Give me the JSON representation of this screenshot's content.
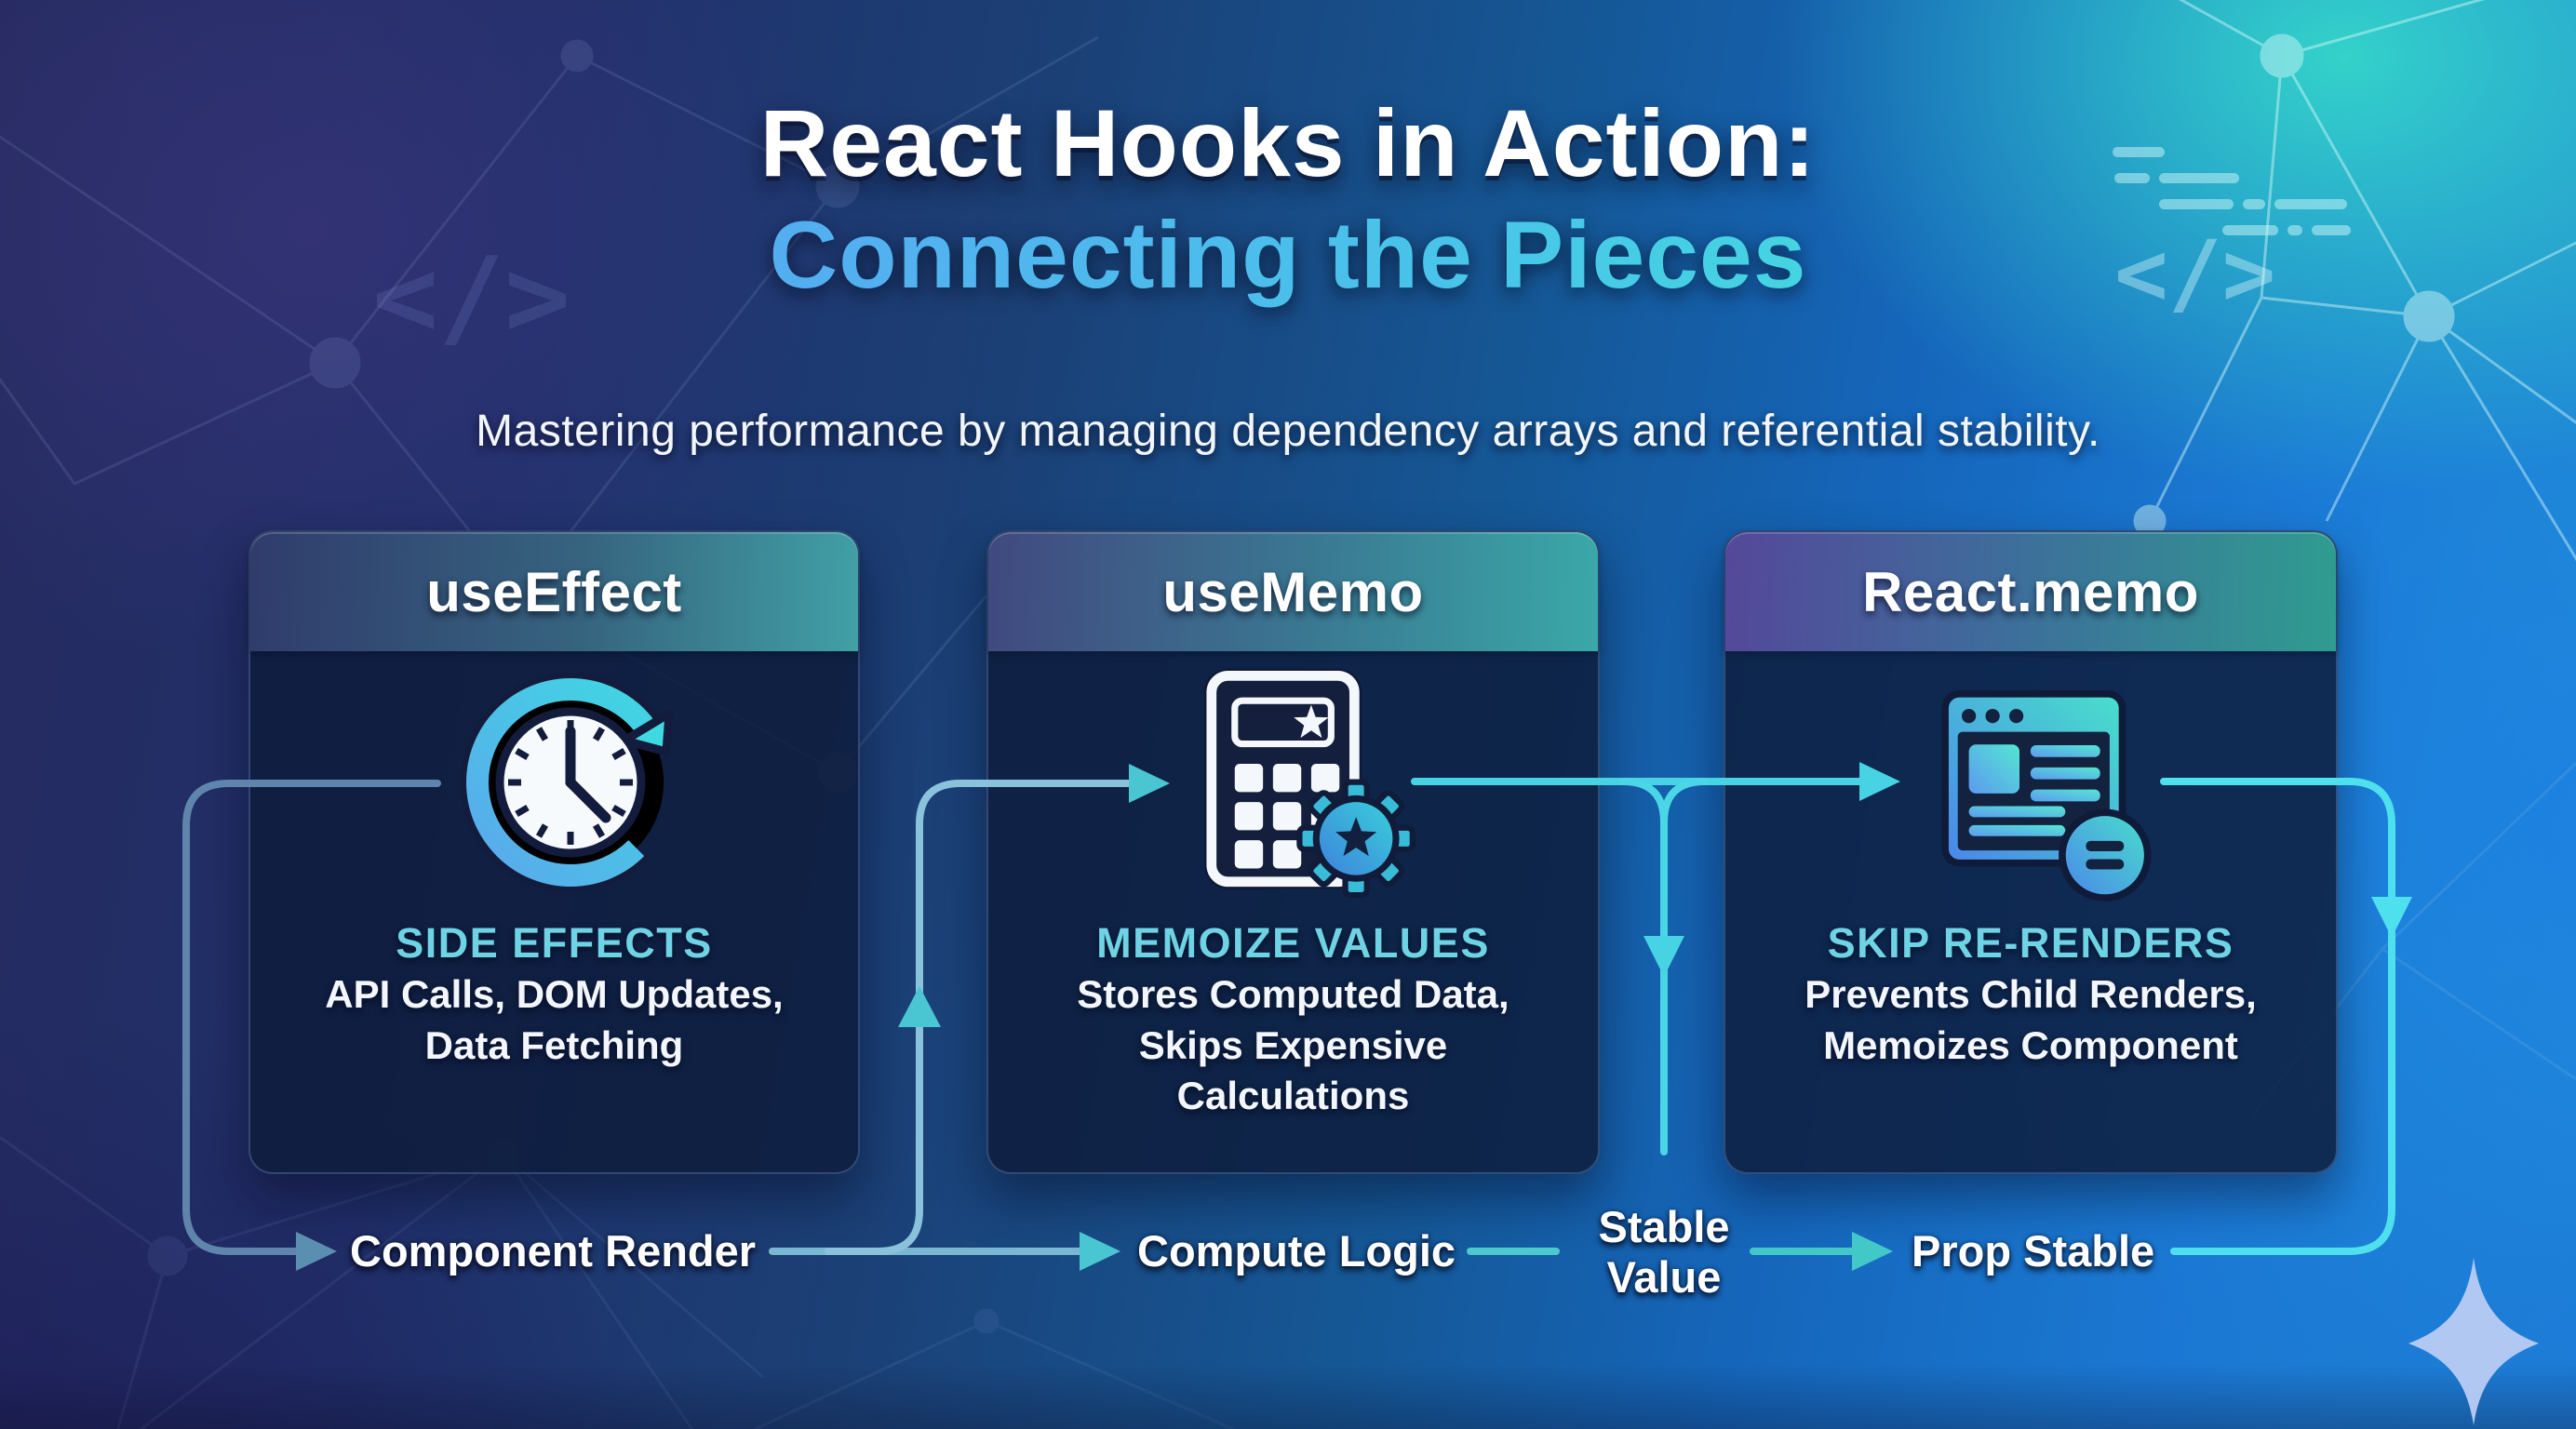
{
  "header": {
    "title_line1": "React Hooks in Action:",
    "title_line2": "Connecting the Pieces",
    "subtitle": "Mastering performance by managing dependency arrays and referential stability."
  },
  "cards": [
    {
      "title": "useEffect",
      "icon": "history-clock-icon",
      "heading": "SIDE EFFECTS",
      "description": "API Calls, DOM Updates,\nData Fetching"
    },
    {
      "title": "useMemo",
      "icon": "calculator-gear-icon",
      "heading": "MEMOIZE VALUES",
      "description": "Stores Computed Data,\nSkips Expensive\nCalculations"
    },
    {
      "title": "React.memo",
      "icon": "memo-window-icon",
      "heading": "SKIP RE-RENDERS",
      "description": "Prevents Child Renders,\nMemoizes Component"
    }
  ],
  "flow": {
    "labels": [
      {
        "text": "Component Render"
      },
      {
        "text": "Compute Logic"
      },
      {
        "text": "Stable\nValue"
      },
      {
        "text": "Prop Stable"
      }
    ]
  },
  "decorations": {
    "code_glyph": "</>",
    "sparkle_icon": "sparkle-icon"
  },
  "colors": {
    "accent_cyan": "#47d3e3",
    "steel_blue": "#5f85ad",
    "heading_cyan": "#6ed3e4",
    "title_gradient_start": "#5b9ef5",
    "title_gradient_end": "#3fe8d8",
    "background_navy": "#252b5f",
    "background_blue": "#1b79d2",
    "background_teal": "#35d7ca"
  }
}
